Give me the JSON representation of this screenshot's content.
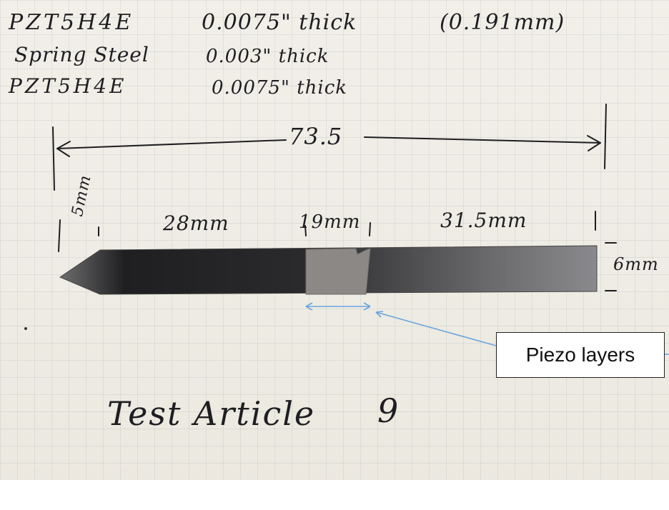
{
  "handwriting": {
    "line1_material": "PZT5H4E",
    "line1_thickness": "0.0075\" thick",
    "line1_mm": "(0.191mm)",
    "line2_material": "Spring Steel",
    "line2_thickness": "0.003\" thick",
    "line3_material": "PZT5H4E",
    "line3_thickness": "0.0075\" thick",
    "total_length": "73.5",
    "tip_length": "5mm",
    "seg1": "28mm",
    "seg2": "19mm",
    "seg3": "31.5mm",
    "width": "6mm",
    "caption": "Test Article",
    "article_number": "9"
  },
  "annotation": {
    "label": "Piezo layers",
    "arrow_color": "#6aa6dc"
  },
  "colors": {
    "paper": "#efede6",
    "steel_dark": "#2a2a2c",
    "piezo": "#8a8784"
  }
}
